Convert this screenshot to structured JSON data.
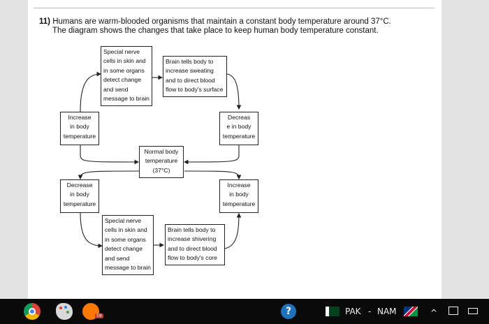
{
  "question": {
    "number": "11)",
    "line1": "Humans are warm-blooded organisms that maintain a constant body temperature around 37°C.",
    "line2": "The diagram shows the changes that take place to keep human body temperature constant."
  },
  "diagram": {
    "top_sensor": [
      "Special nerve",
      "cells in skin and",
      "in some organs",
      "detect change",
      "and send",
      "message to brain"
    ],
    "top_brain": [
      "Brain tells body to",
      "increase sweating",
      "and to direct blood",
      "flow to body's surface"
    ],
    "increase_left": [
      "Increase",
      "in body",
      "temperature"
    ],
    "decrease_right": [
      "Decreas",
      "e in body",
      "temperature"
    ],
    "normal": [
      "Normal body",
      "temperature",
      "(37°C)"
    ],
    "decrease_left": [
      "Decrease",
      "in body",
      "temperature"
    ],
    "increase_right": [
      "Increase",
      "in body",
      "temperature"
    ],
    "bottom_sensor": [
      "Special nerve",
      "cells in skin and",
      "in some organs",
      "detect change",
      "and send",
      "message to brain"
    ],
    "bottom_brain": [
      "Brain tells body to",
      "increase shivering",
      "and to direct blood",
      "flow to body's core"
    ]
  },
  "taskbar": {
    "language": "PAK",
    "separator": "-",
    "region": "NAM",
    "chevron": "^",
    "badge": "59",
    "icons": [
      "chrome-icon",
      "paint-palette-icon",
      "avast-icon",
      "help-icon",
      "flag-pakistan-icon",
      "flag-namibia-icon",
      "chevron-up-icon",
      "keyboard-icon",
      "battery-icon"
    ]
  }
}
